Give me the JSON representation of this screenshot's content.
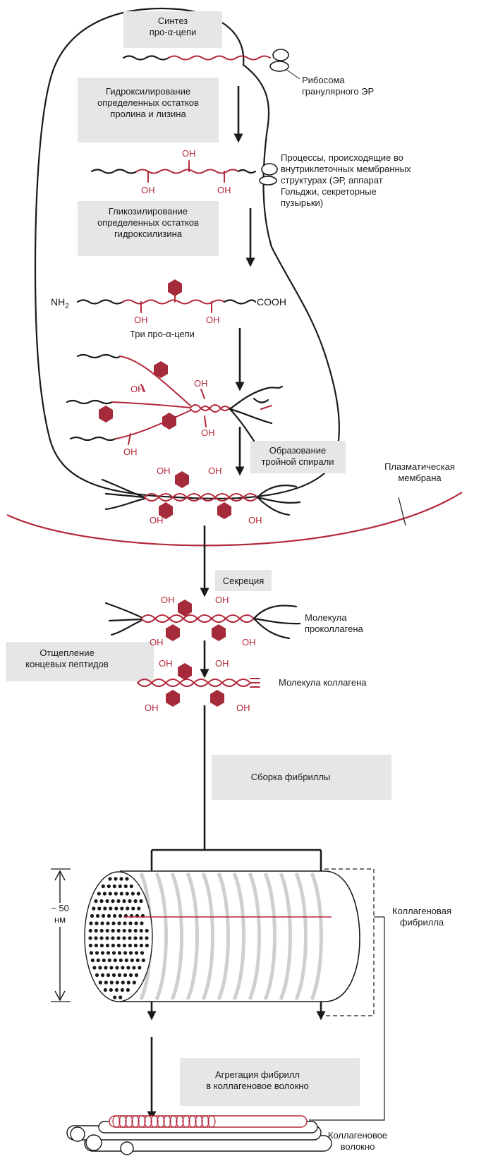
{
  "steps": {
    "synthesis": "Синтез\nпро-α-цепи",
    "hydroxylation": "Гидроксилирование\nопределенных остатков\nпролина и лизина",
    "glycosylation": "Гликозилирование\nопределенных остатков\nгидроксилизина",
    "triple_helix": "Образование\nтройной спирали",
    "secretion": "Секреция",
    "cleavage": "Отщепление\nконцевых пептидов",
    "fibril_assembly": "Сборка фибриллы",
    "aggregation": "Агрегация фибрилл\nв коллагеновое волокно"
  },
  "labels": {
    "ribosome": "Рибосома\nгранулярного ЭР",
    "processes": "Процессы, происходящие во\nвнутриклеточных мембранных\nструктурах (ЭР, аппарат\nГольджи, секреторные\nпузырьки)",
    "three_chains": "Три про-α-цепи",
    "plasma_membrane": "Плазматическая\nмембрана",
    "procollagen": "Молекула\nпроколлагена",
    "collagen_molecule": "Молекула коллагена",
    "fibril": "Коллагеновая\nфибрилла",
    "fiber": "Коллагеновое\nволокно",
    "diameter": "~ 50\nнм"
  },
  "chem": {
    "oh": "OH",
    "amino": "NH",
    "amino_sub": "2",
    "carboxyl": "COOH"
  },
  "colors": {
    "accent": "#b3283a",
    "ink": "#1a1a1a",
    "box": "#e6e6e6"
  }
}
